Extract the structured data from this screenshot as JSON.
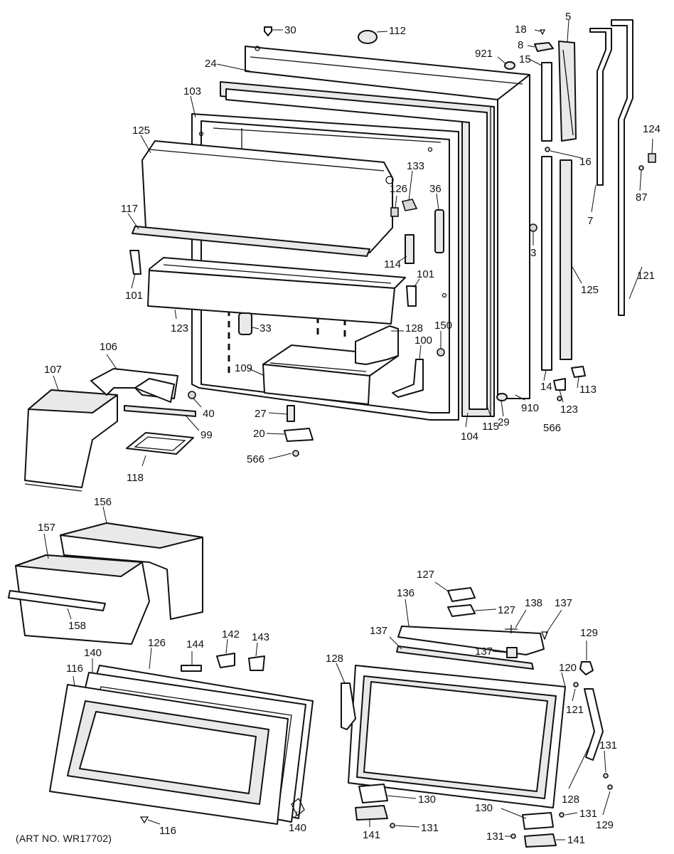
{
  "art_number": "(ART NO. WR17702)",
  "callouts": {
    "c30": "30",
    "c112": "112",
    "c18": "18",
    "c8": "8",
    "c921": "921",
    "c15": "15",
    "c5": "5",
    "c24": "24",
    "c103": "103",
    "c125a": "125",
    "c133": "133",
    "c126a": "126",
    "c36": "36",
    "c117": "117",
    "c114": "114",
    "c101a": "101",
    "c101b": "101",
    "c123a": "123",
    "c33": "33",
    "c128a": "128",
    "c150": "150",
    "c100": "100",
    "c109": "109",
    "c106": "106",
    "c107": "107",
    "c40": "40",
    "c99": "99",
    "c118": "118",
    "c27": "27",
    "c20": "20",
    "c566a": "566",
    "c104": "104",
    "c115": "115",
    "c29": "29",
    "c910": "910",
    "c14": "14",
    "c123b": "123",
    "c566b": "566",
    "c113": "113",
    "c16": "16",
    "c3": "3",
    "c125b": "125",
    "c7": "7",
    "c124": "124",
    "c87": "87",
    "c121a": "121",
    "c156": "156",
    "c157": "157",
    "c158": "158",
    "c140a": "140",
    "c126b": "126",
    "c116a": "116",
    "c144": "144",
    "c142": "142",
    "c143": "143",
    "c116b": "116",
    "c140b": "140",
    "c127a": "127",
    "c136": "136",
    "c127b": "127",
    "c138": "138",
    "c137a": "137",
    "c137b": "137",
    "c137c": "137",
    "c129a": "129",
    "c128b": "128",
    "c120": "120",
    "c121b": "121",
    "c131a": "131",
    "c128c": "128",
    "c129b": "129",
    "c130a": "130",
    "c141a": "141",
    "c131b": "131",
    "c130b": "130",
    "c131c": "131",
    "c131d": "131",
    "c141b": "141"
  },
  "icons": [
    "refrigerator-door-exploded-diagram",
    "freezer-door-exploded-diagram",
    "ice-bin-diagram"
  ]
}
